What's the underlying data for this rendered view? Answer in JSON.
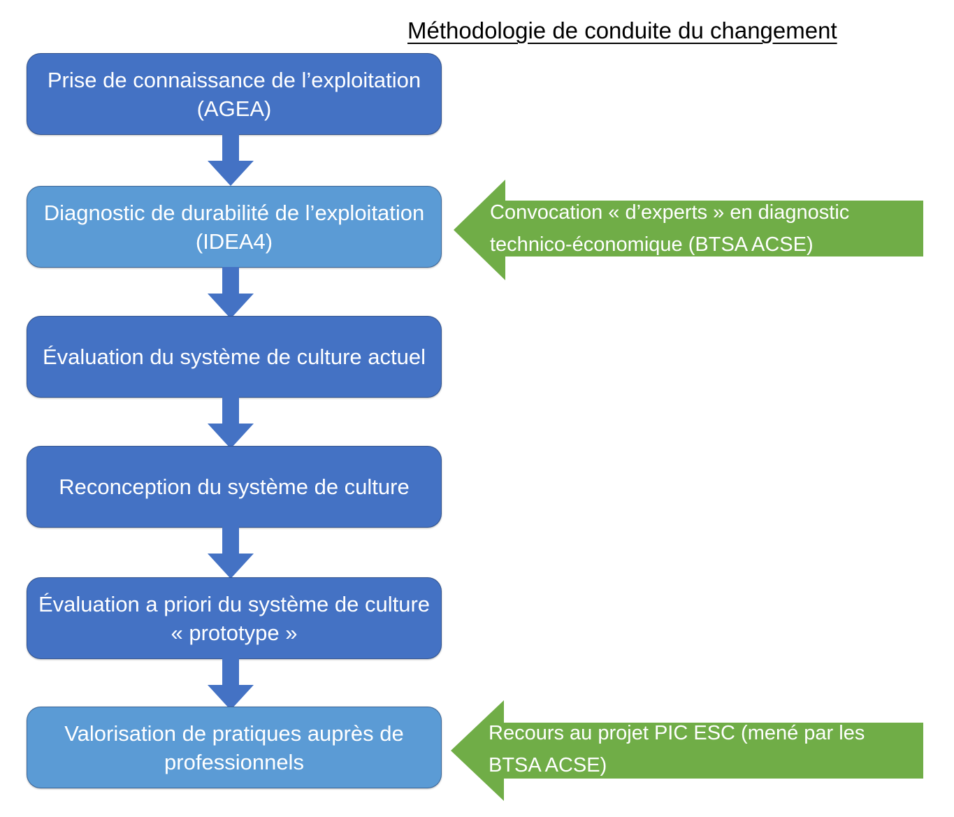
{
  "title": "Méthodologie de conduite du changement",
  "colors": {
    "box_dark_blue": "#4472C4",
    "box_light_blue": "#5B9BD5",
    "callout_green": "#70AD47",
    "connector_blue": "#4472C4",
    "box_text": "#FFFFFF",
    "title_text": "#000000",
    "background": "#FFFFFF"
  },
  "process": {
    "steps": [
      {
        "id": "step-1",
        "label": "Prise de connaissance de l’exploitation (AGEA)",
        "shade": "dark"
      },
      {
        "id": "step-2",
        "label": "Diagnostic de durabilité de l’exploitation (IDEA4)",
        "shade": "light"
      },
      {
        "id": "step-3",
        "label": "Évaluation du système de culture actuel",
        "shade": "dark"
      },
      {
        "id": "step-4",
        "label": "Reconception du système de culture",
        "shade": "dark"
      },
      {
        "id": "step-5",
        "label": "Évaluation a priori du système de culture « prototype »",
        "shade": "dark"
      },
      {
        "id": "step-6",
        "label": "Valorisation de pratiques auprès de professionnels",
        "shade": "light"
      }
    ],
    "connector_count": 5,
    "connector_direction": "down"
  },
  "callouts": [
    {
      "id": "callout-1",
      "label": "Convocation « d’experts » en diagnostic technico-économique (BTSA ACSE)",
      "direction": "left",
      "target_step": "step-2"
    },
    {
      "id": "callout-2",
      "label": "Recours au projet PIC ESC (mené par les BTSA ACSE)",
      "direction": "left",
      "target_step": "step-6"
    }
  ]
}
